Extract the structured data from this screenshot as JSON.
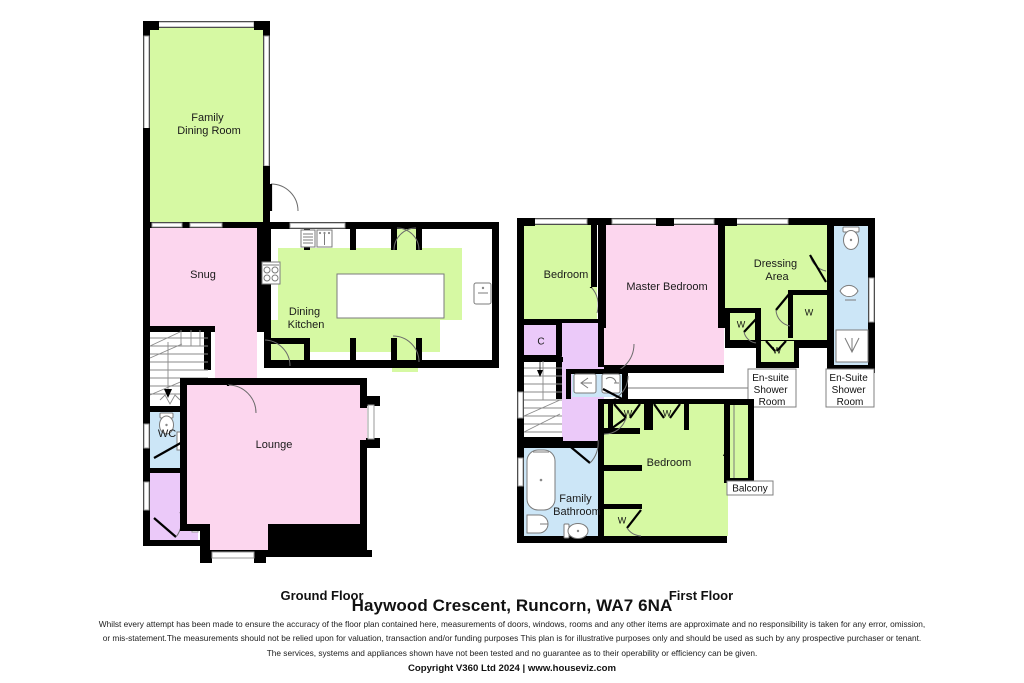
{
  "document": {
    "title": "Haywood Crescent, Runcorn, WA7 6NA",
    "copyright": "Copyright V360 Ltd 2024 | www.houseviz.com",
    "disclaimer_lines": [
      "Whilst every attempt has been made to ensure the accuracy of the floor plan contained here, measurements of doors, windows, rooms and any other items are approximate and no responsibility is taken for any error, omission,",
      "or mis-statement.The measurements should not be relied upon for valuation, transaction and/or funding purposes This plan is for illustrative purposes only and should be used as such by any prospective purchaser or tenant.",
      "The services, systems and appliances shown have not been tested and no guarantee as to their operability or efficiency can be given."
    ]
  },
  "floors": [
    {
      "id": "ground",
      "caption": "Ground Floor"
    },
    {
      "id": "first",
      "caption": "First Floor"
    }
  ],
  "ground_floor": {
    "caption": "Ground Floor",
    "rooms": [
      {
        "name": "Family Dining Room",
        "label_lines": [
          "Family",
          "Dining Room"
        ],
        "color": "#d6f9a3"
      },
      {
        "name": "Snug",
        "label_lines": [
          "Snug"
        ],
        "color": "#fcd6ee"
      },
      {
        "name": "Dining Kitchen",
        "label_lines": [
          "Dining",
          "Kitchen"
        ],
        "color": "#d6f9a3"
      },
      {
        "name": "Lounge",
        "label_lines": [
          "Lounge"
        ],
        "color": "#fcd6ee"
      },
      {
        "name": "WC",
        "label_lines": [
          "WC"
        ],
        "color": "#cce6f7"
      },
      {
        "name": "Hall",
        "label_lines": [],
        "color": "#ebc9f9"
      }
    ],
    "fixtures": [
      "oven",
      "hob",
      "sink",
      "kitchen-island",
      "staircase",
      "toilet",
      "basin"
    ]
  },
  "first_floor": {
    "caption": "First Floor",
    "rooms": [
      {
        "name": "Bedroom",
        "label_lines": [
          "Bedroom"
        ],
        "color": "#d6f9a3"
      },
      {
        "name": "Master Bedroom",
        "label_lines": [
          "Master Bedroom"
        ],
        "color": "#fcd6ee"
      },
      {
        "name": "Dressing Area",
        "label_lines": [
          "Dressing",
          "Area"
        ],
        "color": "#d6f9a3"
      },
      {
        "name": "Bedroom 3",
        "label_lines": [
          "Bedroom"
        ],
        "color": "#d6f9a3"
      },
      {
        "name": "Family Bathroom",
        "label_lines": [
          "Family",
          "Bathroom"
        ],
        "color": "#cce6f7"
      },
      {
        "name": "Cupboard",
        "label_lines": [
          "C"
        ],
        "color": "#ebc9f9"
      },
      {
        "name": "Landing",
        "label_lines": [],
        "color": "#ebc9f9"
      }
    ],
    "wardrobes": [
      "W",
      "W",
      "W",
      "W",
      "W",
      "W"
    ],
    "callouts": [
      {
        "name": "ensuite-left",
        "lines": [
          "En-suite",
          "Shower",
          "Room"
        ]
      },
      {
        "name": "ensuite-right",
        "lines": [
          "En-Suite",
          "Shower",
          "Room"
        ]
      },
      {
        "name": "balcony",
        "lines": [
          "Balcony"
        ]
      }
    ]
  },
  "palette": {
    "green": "#d6f9a3",
    "pink": "#fcd6ee",
    "blue": "#cce6f7",
    "purple": "#ebc9f9",
    "wall": "#000000",
    "white": "#ffffff"
  }
}
